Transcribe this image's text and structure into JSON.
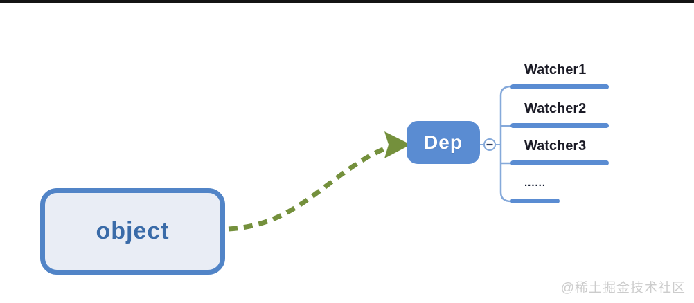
{
  "page": {
    "top_bar_color": "#141414",
    "background": "#ffffff"
  },
  "diagram": {
    "object_node": {
      "label": "object"
    },
    "dep_node": {
      "label": "Dep"
    },
    "arrow": {
      "style": "dashed",
      "color": "#74903c",
      "from": "object",
      "to": "Dep"
    },
    "collapse_toggle": {
      "icon": "minus-circle-icon",
      "symbol": "−"
    },
    "watcher_branches": [
      {
        "label": "Watcher1"
      },
      {
        "label": "Watcher2"
      },
      {
        "label": "Watcher3"
      },
      {
        "label": "......"
      }
    ],
    "colors": {
      "node_blue": "#5a8cd2",
      "object_fill": "#e9edf5",
      "object_border": "#5184c7",
      "object_text": "#3a6ba8",
      "branch_connector_blue": "#85a9da",
      "arrow_green": "#74903c",
      "label_text": "#1b1b26"
    }
  },
  "watermark": {
    "text": "@稀土掘金技术社区"
  }
}
